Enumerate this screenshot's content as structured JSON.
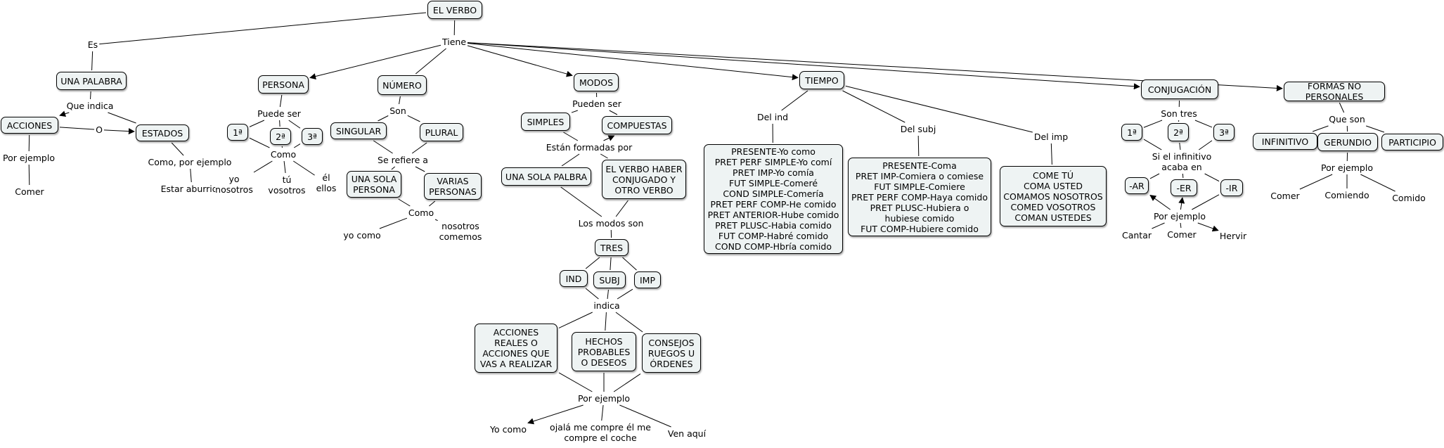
{
  "concepts": [
    {
      "id": "verbo",
      "text": "EL VERBO"
    },
    {
      "id": "palabra",
      "text": "UNA PALABRA"
    },
    {
      "id": "acciones",
      "text": "ACCIONES"
    },
    {
      "id": "estados",
      "text": "ESTADOS"
    },
    {
      "id": "persona",
      "text": "PERSONA"
    },
    {
      "id": "p1",
      "text": "1ª"
    },
    {
      "id": "p2",
      "text": "2ª"
    },
    {
      "id": "p3",
      "text": "3ª"
    },
    {
      "id": "numero",
      "text": "NÚMERO"
    },
    {
      "id": "singular",
      "text": "SINGULAR"
    },
    {
      "id": "plural",
      "text": "PLURAL"
    },
    {
      "id": "unasolapersona",
      "text": "UNA SOLA\nPERSONA"
    },
    {
      "id": "variaspersonas",
      "text": "VARIAS\nPERSONAS"
    },
    {
      "id": "modos",
      "text": "MODOS"
    },
    {
      "id": "simples",
      "text": "SIMPLES"
    },
    {
      "id": "compuestas",
      "text": "COMPUESTAS"
    },
    {
      "id": "solapalbra",
      "text": "UNA SOLA PALBRA"
    },
    {
      "id": "haber",
      "text": "EL VERBO HABER\nCONJUGADO Y\nOTRO VERBO"
    },
    {
      "id": "tres",
      "text": "TRES"
    },
    {
      "id": "ind",
      "text": "IND"
    },
    {
      "id": "subj",
      "text": "SUBJ"
    },
    {
      "id": "imp",
      "text": "IMP"
    },
    {
      "id": "reales",
      "text": "ACCIONES\nREALES O\nACCIONES QUE\nVAS A REALIZAR"
    },
    {
      "id": "probables",
      "text": "HECHOS\nPROBABLES\nO DESEOS"
    },
    {
      "id": "consejos",
      "text": "CONSEJOS\nRUEGOS U\nÓRDENES"
    },
    {
      "id": "tiempo",
      "text": "TIEMPO"
    },
    {
      "id": "tind",
      "text": "PRESENTE-Yo como\nPRET PERF SIMPLE-Yo comí\nPRET IMP-Yo comía\nFUT SIMPLE-Comeré\nCOND SIMPLE-Comería\nPRET PERF COMP-He comido\nPRET ANTERIOR-Hube comido\nPRET PLUSC-Habia comido\nFUT COMP-Habré comido\nCOND COMP-Hbría comido"
    },
    {
      "id": "tsubj",
      "text": "PRESENTE-Coma\nPRET IMP-Comiera o comiese\nFUT SIMPLE-Comiere\nPRET PERF COMP-Haya comido\nPRET PLUSC-Hubiera o\nhubiese comido\nFUT COMP-Hubiere comido"
    },
    {
      "id": "timp",
      "text": "COME TÚ\nCOMA USTED\nCOMAMOS NOSOTROS\nCOMED VOSOTROS\nCOMAN USTEDES"
    },
    {
      "id": "conj",
      "text": "CONJUGACIÓN"
    },
    {
      "id": "c1",
      "text": "1ª"
    },
    {
      "id": "c2",
      "text": "2ª"
    },
    {
      "id": "c3",
      "text": "3ª"
    },
    {
      "id": "ar",
      "text": "-AR"
    },
    {
      "id": "er",
      "text": "-ER"
    },
    {
      "id": "ir",
      "text": "-IR"
    },
    {
      "id": "formas",
      "text": "FORMAS NO PERSONALES"
    },
    {
      "id": "infinitivo",
      "text": "INFINITIVO"
    },
    {
      "id": "gerundio",
      "text": "GERUNDIO"
    },
    {
      "id": "participio",
      "text": "PARTICIPIO"
    }
  ],
  "linking_phrases": [
    {
      "id": "es",
      "text": "Es"
    },
    {
      "id": "queindica",
      "text": "Que indica"
    },
    {
      "id": "o",
      "text": "O"
    },
    {
      "id": "porej1",
      "text": "Por ejemplo"
    },
    {
      "id": "comer1",
      "text": "Comer"
    },
    {
      "id": "comoporej",
      "text": "Como, por ejemplo"
    },
    {
      "id": "aburrido",
      "text": "Estar aburrido"
    },
    {
      "id": "tiene",
      "text": "Tiene"
    },
    {
      "id": "puedeser",
      "text": "Puede ser"
    },
    {
      "id": "como1",
      "text": "Como"
    },
    {
      "id": "yonos",
      "text": "yo\nnosotros"
    },
    {
      "id": "tuvos",
      "text": "tú\nvosotros"
    },
    {
      "id": "elellos",
      "text": "él\nellos"
    },
    {
      "id": "son1",
      "text": "Son"
    },
    {
      "id": "serefiere",
      "text": "Se refiere a"
    },
    {
      "id": "como2",
      "text": "Como"
    },
    {
      "id": "yocomo1",
      "text": "yo como"
    },
    {
      "id": "noscomemos",
      "text": "nosotros\ncomemos"
    },
    {
      "id": "puedenser",
      "text": "Pueden ser"
    },
    {
      "id": "formadas",
      "text": "Están formadas por"
    },
    {
      "id": "modosson",
      "text": "Los modos son"
    },
    {
      "id": "indica",
      "text": "indica"
    },
    {
      "id": "porej2",
      "text": "Por ejemplo"
    },
    {
      "id": "yocomo2",
      "text": "Yo como"
    },
    {
      "id": "ojala",
      "text": "ojalá me compre él me\ncompre el coche"
    },
    {
      "id": "venaqui",
      "text": "Ven aquí"
    },
    {
      "id": "delind",
      "text": "Del ind"
    },
    {
      "id": "delsubj",
      "text": "Del subj"
    },
    {
      "id": "delimp",
      "text": "Del imp"
    },
    {
      "id": "sontres",
      "text": "Son tres"
    },
    {
      "id": "infacaba",
      "text": "Si el infinitivo\nacaba en"
    },
    {
      "id": "porej3",
      "text": "Por ejemplo"
    },
    {
      "id": "cantar",
      "text": "Cantar"
    },
    {
      "id": "comer2",
      "text": "Comer"
    },
    {
      "id": "hervir",
      "text": "Hervir"
    },
    {
      "id": "queson",
      "text": "Que son"
    },
    {
      "id": "porej4",
      "text": "Por ejemplo"
    },
    {
      "id": "comer3",
      "text": "Comer"
    },
    {
      "id": "comiendo",
      "text": "Comiendo"
    },
    {
      "id": "comido",
      "text": "Comido"
    }
  ],
  "connections": [
    [
      "verbo",
      "es"
    ],
    [
      "es",
      "palabra"
    ],
    [
      "palabra",
      "queindica"
    ],
    [
      "queindica",
      "acciones",
      1
    ],
    [
      "queindica",
      "estados"
    ],
    [
      "acciones",
      "o"
    ],
    [
      "o",
      "estados",
      1
    ],
    [
      "acciones",
      "porej1"
    ],
    [
      "porej1",
      "comer1"
    ],
    [
      "estados",
      "comoporej"
    ],
    [
      "comoporej",
      "aburrido"
    ],
    [
      "verbo",
      "tiene"
    ],
    [
      "tiene",
      "persona",
      1
    ],
    [
      "tiene",
      "numero"
    ],
    [
      "tiene",
      "modos",
      1
    ],
    [
      "tiene",
      "tiempo",
      1
    ],
    [
      "tiene",
      "conj",
      1
    ],
    [
      "tiene",
      "formas",
      1
    ],
    [
      "persona",
      "puedeser"
    ],
    [
      "puedeser",
      "p1"
    ],
    [
      "puedeser",
      "p2"
    ],
    [
      "puedeser",
      "p3"
    ],
    [
      "p1",
      "como1"
    ],
    [
      "p2",
      "como1"
    ],
    [
      "p3",
      "como1"
    ],
    [
      "como1",
      "yonos"
    ],
    [
      "como1",
      "tuvos"
    ],
    [
      "como1",
      "elellos"
    ],
    [
      "numero",
      "son1"
    ],
    [
      "son1",
      "singular"
    ],
    [
      "son1",
      "plural"
    ],
    [
      "singular",
      "serefiere"
    ],
    [
      "plural",
      "serefiere"
    ],
    [
      "serefiere",
      "unasolapersona"
    ],
    [
      "serefiere",
      "variaspersonas"
    ],
    [
      "unasolapersona",
      "como2"
    ],
    [
      "variaspersonas",
      "como2"
    ],
    [
      "como2",
      "yocomo1"
    ],
    [
      "como2",
      "noscomemos"
    ],
    [
      "modos",
      "puedenser"
    ],
    [
      "puedenser",
      "simples"
    ],
    [
      "puedenser",
      "compuestas"
    ],
    [
      "simples",
      "formadas"
    ],
    [
      "formadas",
      "compuestas",
      1
    ],
    [
      "formadas",
      "solapalbra"
    ],
    [
      "formadas",
      "haber"
    ],
    [
      "solapalbra",
      "modosson"
    ],
    [
      "haber",
      "modosson"
    ],
    [
      "modosson",
      "tres"
    ],
    [
      "tres",
      "ind"
    ],
    [
      "tres",
      "subj"
    ],
    [
      "tres",
      "imp"
    ],
    [
      "ind",
      "indica"
    ],
    [
      "subj",
      "indica"
    ],
    [
      "imp",
      "indica"
    ],
    [
      "indica",
      "reales"
    ],
    [
      "indica",
      "probables"
    ],
    [
      "indica",
      "consejos"
    ],
    [
      "reales",
      "porej2"
    ],
    [
      "probables",
      "porej2"
    ],
    [
      "consejos",
      "porej2"
    ],
    [
      "porej2",
      "yocomo2",
      1
    ],
    [
      "porej2",
      "ojala"
    ],
    [
      "porej2",
      "venaqui"
    ],
    [
      "tiempo",
      "delind"
    ],
    [
      "tiempo",
      "delsubj"
    ],
    [
      "tiempo",
      "delimp"
    ],
    [
      "delind",
      "tind"
    ],
    [
      "delsubj",
      "tsubj"
    ],
    [
      "delimp",
      "timp"
    ],
    [
      "conj",
      "sontres"
    ],
    [
      "sontres",
      "c1"
    ],
    [
      "sontres",
      "c2"
    ],
    [
      "sontres",
      "c3"
    ],
    [
      "c1",
      "infacaba"
    ],
    [
      "c2",
      "infacaba"
    ],
    [
      "c3",
      "infacaba"
    ],
    [
      "infacaba",
      "ar"
    ],
    [
      "infacaba",
      "er"
    ],
    [
      "infacaba",
      "ir"
    ],
    [
      "porej3",
      "ar",
      1
    ],
    [
      "porej3",
      "er",
      1
    ],
    [
      "porej3",
      "ir"
    ],
    [
      "porej3",
      "cantar"
    ],
    [
      "porej3",
      "comer2"
    ],
    [
      "porej3",
      "hervir",
      1
    ],
    [
      "formas",
      "queson"
    ],
    [
      "queson",
      "infinitivo"
    ],
    [
      "queson",
      "gerundio"
    ],
    [
      "queson",
      "participio"
    ],
    [
      "gerundio",
      "porej4"
    ],
    [
      "porej4",
      "comer3"
    ],
    [
      "porej4",
      "comiendo"
    ],
    [
      "porej4",
      "comido"
    ]
  ]
}
